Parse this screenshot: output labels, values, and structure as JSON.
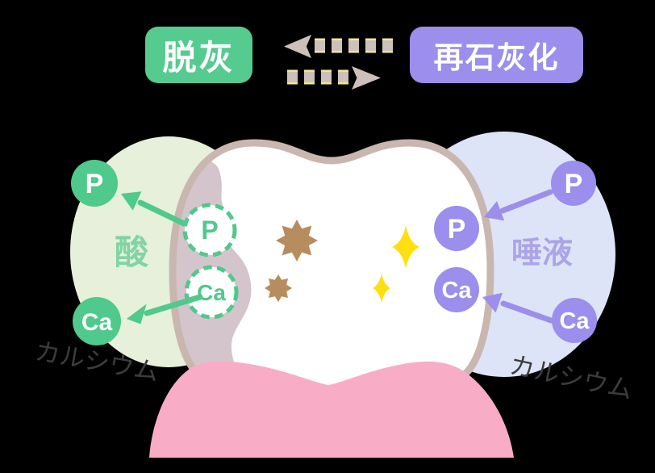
{
  "process_labels": {
    "demineralization": "脱灰",
    "remineralization": "再石灰化"
  },
  "left": {
    "environment": "酸",
    "mineral_caption": "カルシウム",
    "tooth_surface_ions": [
      "P",
      "Ca"
    ],
    "released_ions": [
      "P",
      "Ca"
    ]
  },
  "right": {
    "environment": "唾液",
    "mineral_caption": "カルシウム",
    "saliva_ions": [
      "P",
      "Ca"
    ],
    "deposited_ions": [
      "P",
      "Ca"
    ]
  },
  "colors": {
    "demineralization_green": "#56CB90",
    "remineralization_purple": "#9B8EEC",
    "ion_green": "#4FC98C",
    "acid_text_green": "#80D4A5",
    "saliva_text_purple": "#ACA4E9",
    "acid_bg": "#E6F0DB",
    "saliva_bg": "#DEE4F7",
    "tooth_outline": "#C9B7AF",
    "decay_patch": "#D4C5CD",
    "plaque_brown": "#B78C5E",
    "sparkle_yellow": "#FFDF10",
    "gum_pink": "#F8ACC6",
    "exchange_arrow_beige": "#CDC0BB",
    "exchange_arrow_highlight": "#F0E88C",
    "caption_text": "#3C3C3C"
  }
}
